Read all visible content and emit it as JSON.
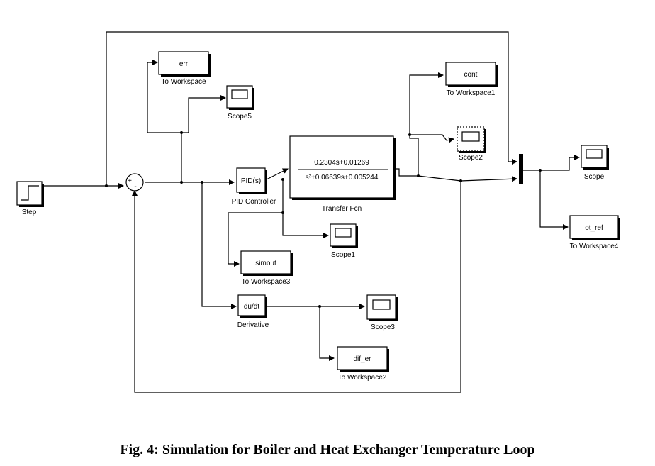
{
  "blocks": {
    "step": {
      "caption": "Step"
    },
    "sum": {
      "sign_plus": "+",
      "sign_minus": "-"
    },
    "err": {
      "text": "err",
      "caption": "To Workspace"
    },
    "scope5": {
      "caption": "Scope5"
    },
    "pid": {
      "text": "PID(s)",
      "caption": "PID Controller"
    },
    "tf": {
      "numerator": "0.2304s+0.01269",
      "denominator": "s²+0.06639s+0.005244",
      "caption": "Transfer Fcn"
    },
    "cont": {
      "text": "cont",
      "caption": "To Workspace1"
    },
    "scope2": {
      "caption": "Scope2"
    },
    "scope": {
      "caption": "Scope"
    },
    "ot_ref": {
      "text": "ot_ref",
      "caption": "To Workspace4"
    },
    "scope1": {
      "caption": "Scope1"
    },
    "simout": {
      "text": "simout",
      "caption": "To Workspace3"
    },
    "derivative": {
      "text": "du/dt",
      "caption": "Derivative"
    },
    "scope3": {
      "caption": "Scope3"
    },
    "dif_er": {
      "text": "dif_er",
      "caption": "To Workspace2"
    }
  },
  "caption": "Fig. 4:  Simulation for Boiler and Heat Exchanger Temperature Loop"
}
